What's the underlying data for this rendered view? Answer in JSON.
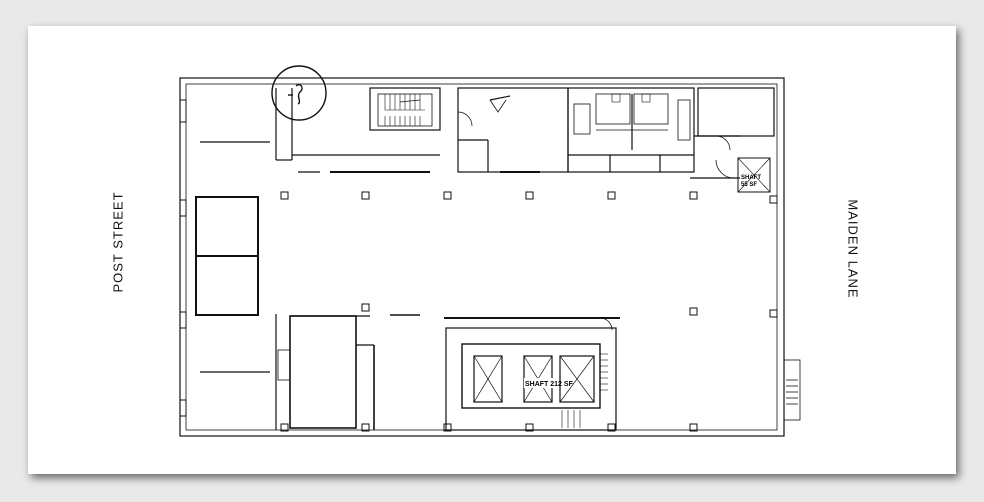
{
  "streets": {
    "left": "POST STREET",
    "right": "MAIDEN LANE"
  },
  "shafts": {
    "small_line1": "SHAFT",
    "small_line2": "55 SF",
    "elevator": "SHAFT 212 SF"
  },
  "colors": {
    "background": "#e9e9e9",
    "sheet": "#ffffff",
    "line": "#111111"
  }
}
